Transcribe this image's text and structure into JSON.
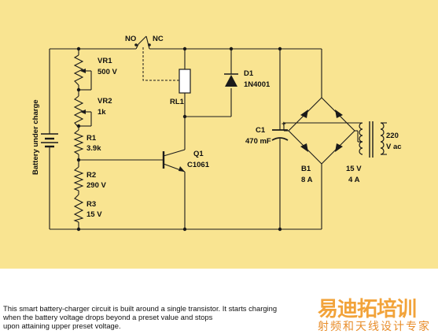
{
  "diagram": {
    "background": "#f9e491",
    "components": {
      "relay_contacts": {
        "no": "NO",
        "nc": "NC"
      },
      "vr1": {
        "name": "VR1",
        "value": "500 V"
      },
      "vr2": {
        "name": "VR2",
        "value": "1k"
      },
      "r1": {
        "name": "R1",
        "value": "3.9k"
      },
      "r2": {
        "name": "R2",
        "value": "290 V"
      },
      "r3": {
        "name": "R3",
        "value": "15 V"
      },
      "battery": {
        "label": "Battery under charge"
      },
      "rl1": {
        "name": "RL1"
      },
      "d1": {
        "name": "D1",
        "value": "1N4001"
      },
      "q1": {
        "name": "Q1",
        "value": "C1061"
      },
      "c1": {
        "name": "C1",
        "value": "470 mF",
        "polarity": "+"
      },
      "b1": {
        "name": "B1",
        "value": "8 A"
      },
      "transformer_secondary": {
        "value1": "15 V",
        "value2": "4 A"
      },
      "mains": {
        "value1": "220",
        "value2": "V ac"
      }
    }
  },
  "caption": {
    "line1": "This smart battery-charger circuit is built around a single transistor. It starts charging",
    "line2": "when the battery voltage drops beyond a preset value and stops",
    "line3": "upon attaining upper preset voltage."
  },
  "watermark": {
    "main": "易迪拓培训",
    "sub": "射频和天线设计专家"
  }
}
